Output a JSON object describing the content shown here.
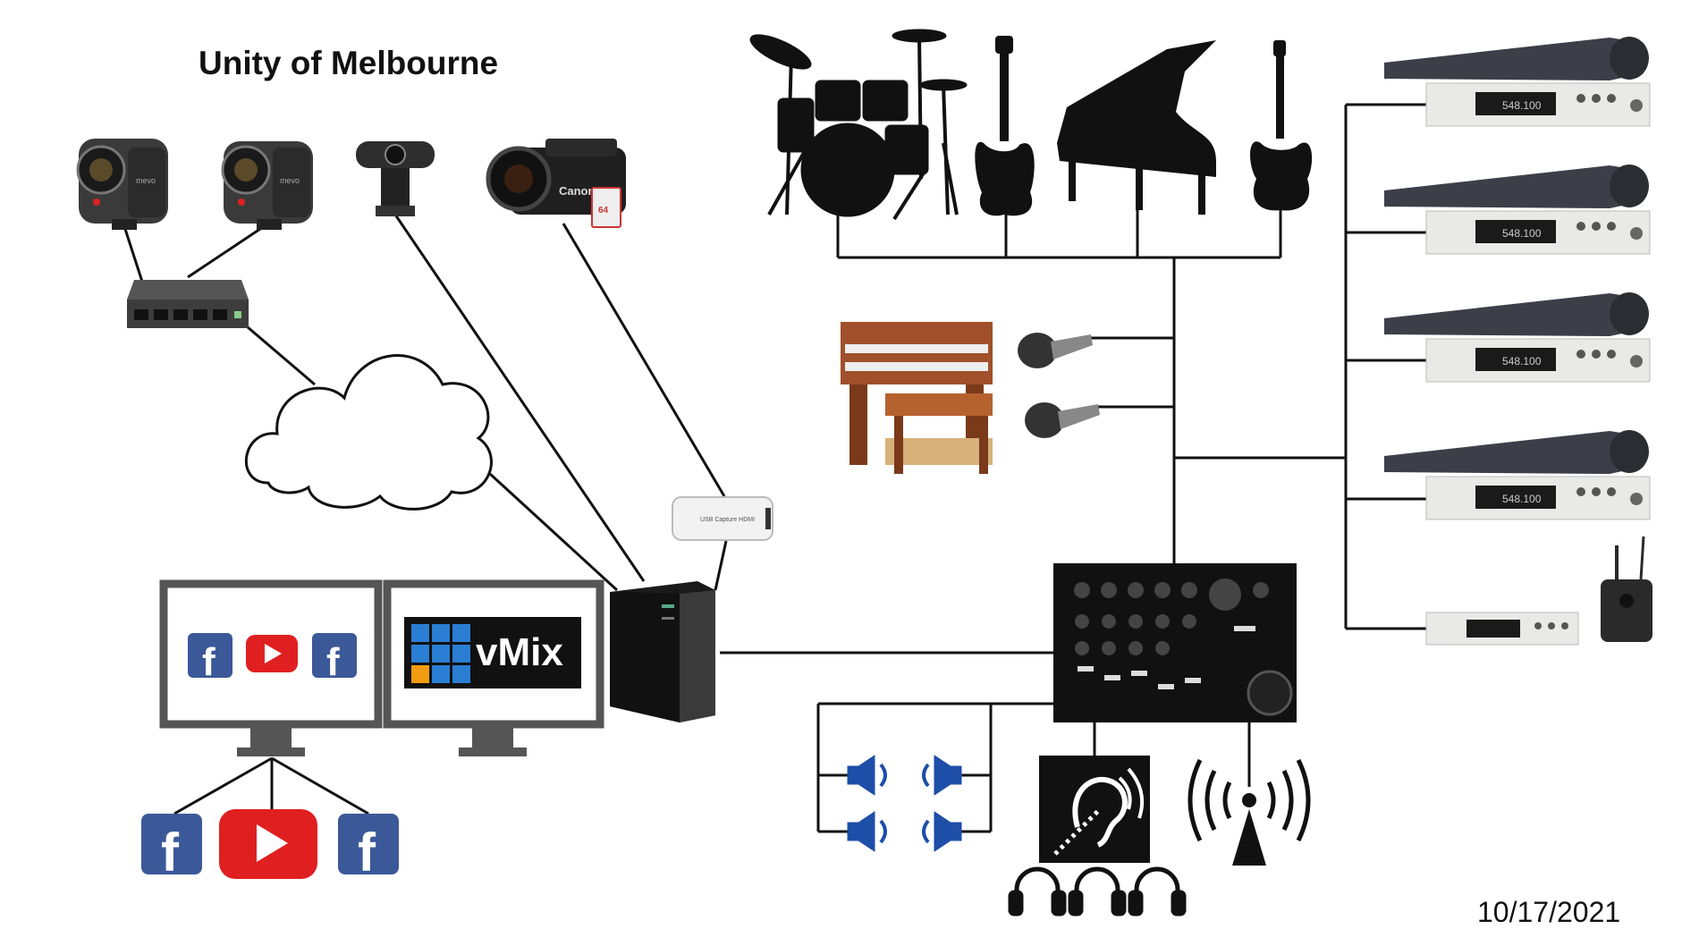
{
  "title": "Unity of Melbourne",
  "date": "10/17/2021",
  "vmix_logo_text": "vMix",
  "brand_text": {
    "camera": "Canon",
    "sd_card": "64",
    "usb_capture": "USB Capture HDMI",
    "mevo": "mevo",
    "receiver_freq": "548.100"
  },
  "colors": {
    "line": "#111111",
    "facebook": "#3b5998",
    "youtube": "#e02020",
    "speaker": "#1d4ea8",
    "monitor": "#555555",
    "vmix_bg": "#111111",
    "vmix_tiles": [
      "#2a7fd4",
      "#2a7fd4",
      "#2a7fd4",
      "#2a7fd4",
      "#2a7fd4",
      "#2a7fd4",
      "#f39c12",
      "#2a7fd4",
      "#2a7fd4"
    ]
  }
}
